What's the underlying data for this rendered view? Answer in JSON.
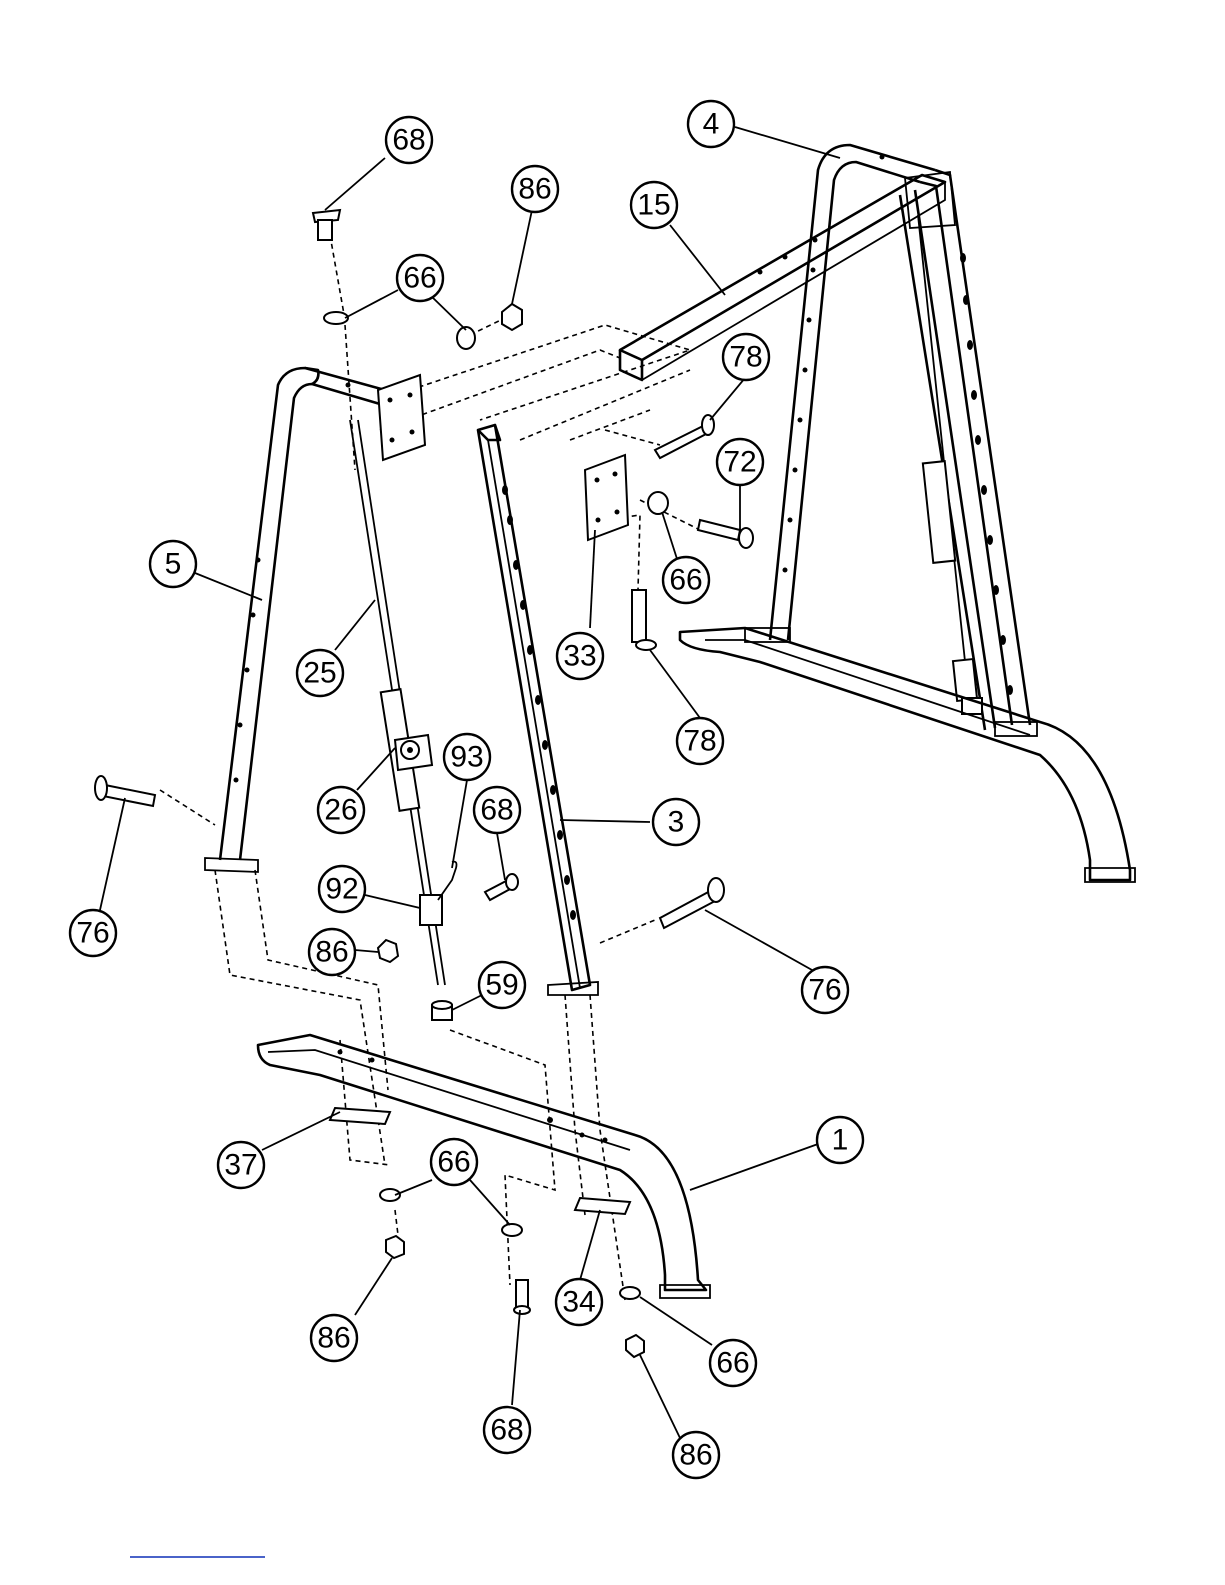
{
  "diagram": {
    "callouts": [
      {
        "id": "c68-top",
        "label": "68"
      },
      {
        "id": "c86-top",
        "label": "86"
      },
      {
        "id": "c66-top",
        "label": "66"
      },
      {
        "id": "c4",
        "label": "4"
      },
      {
        "id": "c15",
        "label": "15"
      },
      {
        "id": "c78-top",
        "label": "78"
      },
      {
        "id": "c72",
        "label": "72"
      },
      {
        "id": "c66-right",
        "label": "66"
      },
      {
        "id": "c5",
        "label": "5"
      },
      {
        "id": "c25",
        "label": "25"
      },
      {
        "id": "c33",
        "label": "33"
      },
      {
        "id": "c78-mid",
        "label": "78"
      },
      {
        "id": "c93",
        "label": "93"
      },
      {
        "id": "c68-mid",
        "label": "68"
      },
      {
        "id": "c26",
        "label": "26"
      },
      {
        "id": "c3",
        "label": "3"
      },
      {
        "id": "c92",
        "label": "92"
      },
      {
        "id": "c76-left",
        "label": "76"
      },
      {
        "id": "c86-mid",
        "label": "86"
      },
      {
        "id": "c59",
        "label": "59"
      },
      {
        "id": "c76-right",
        "label": "76"
      },
      {
        "id": "c1",
        "label": "1"
      },
      {
        "id": "c37",
        "label": "37"
      },
      {
        "id": "c66-bottom",
        "label": "66"
      },
      {
        "id": "c86-bottom-left",
        "label": "86"
      },
      {
        "id": "c34",
        "label": "34"
      },
      {
        "id": "c66-bottom-right",
        "label": "66"
      },
      {
        "id": "c68-bottom",
        "label": "68"
      },
      {
        "id": "c86-bottom-right",
        "label": "86"
      }
    ]
  }
}
